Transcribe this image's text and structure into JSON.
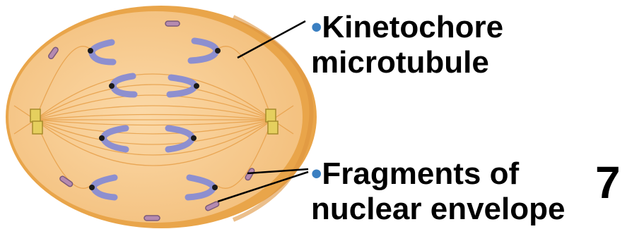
{
  "labels": {
    "bullet": "•",
    "kinetochore_line1": "Kinetochore",
    "kinetochore_line2": "microtubule",
    "fragments_line1": "Fragments of",
    "fragments_line2": "nuclear envelope"
  },
  "slide_number": "7",
  "colors": {
    "cell_fill": "#f6c98a",
    "cell_rim": "#e9a54a",
    "spindle_fiber": "#e7a04a",
    "chromosome": "#8d8fcf",
    "kinetochore": "#1a1a1a",
    "centrosome": "#e5cf5e",
    "envelope_fragment": "#b58ab0",
    "bullet": "#3a7fc1"
  }
}
